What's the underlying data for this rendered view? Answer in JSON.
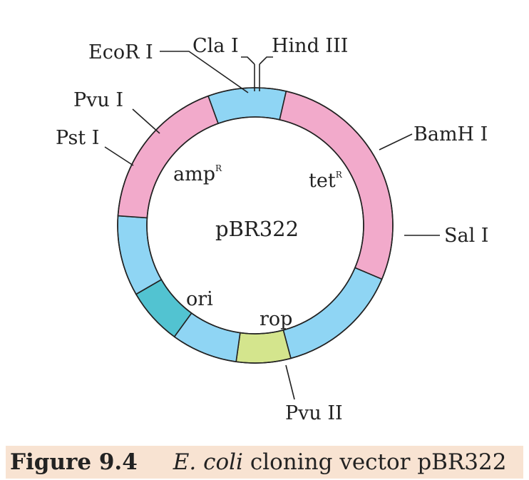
{
  "diagram": {
    "center_label": "pBR322",
    "segments": [
      {
        "name": "ecor-cla-region",
        "start": -20,
        "end": 13,
        "color": "#8fd5f4"
      },
      {
        "name": "tet-gene",
        "start": 13,
        "end": 113,
        "color": "#f2aacb"
      },
      {
        "name": "segment-right-blue",
        "start": 113,
        "end": 165,
        "color": "#8fd5f4"
      },
      {
        "name": "rop-region",
        "start": 165,
        "end": 188,
        "color": "#d4e58d"
      },
      {
        "name": "segment-bottom-blue",
        "start": 188,
        "end": 216,
        "color": "#8fd5f4"
      },
      {
        "name": "ori-region",
        "start": 216,
        "end": 240,
        "color": "#52c3d1"
      },
      {
        "name": "segment-left-blue",
        "start": 240,
        "end": 274,
        "color": "#8fd5f4"
      },
      {
        "name": "amp-gene",
        "start": 274,
        "end": 340,
        "color": "#f2aacb"
      }
    ],
    "region_labels": {
      "amp": "amp",
      "amp_sup": "R",
      "tet": "tet",
      "tet_sup": "R",
      "ori": "ori",
      "rop": "rop"
    },
    "sites": {
      "ecori": "EcoR I",
      "clai": "Cla I",
      "hindiii": "Hind III",
      "pvui": "Pvu I",
      "psti": "Pst I",
      "bamhi": "BamH I",
      "sali": "Sal I",
      "pvuii": "Pvu II"
    }
  },
  "caption": {
    "figure_number": "Figure 9.4",
    "species": "E. coli",
    "rest": " cloning vector pBR322"
  }
}
